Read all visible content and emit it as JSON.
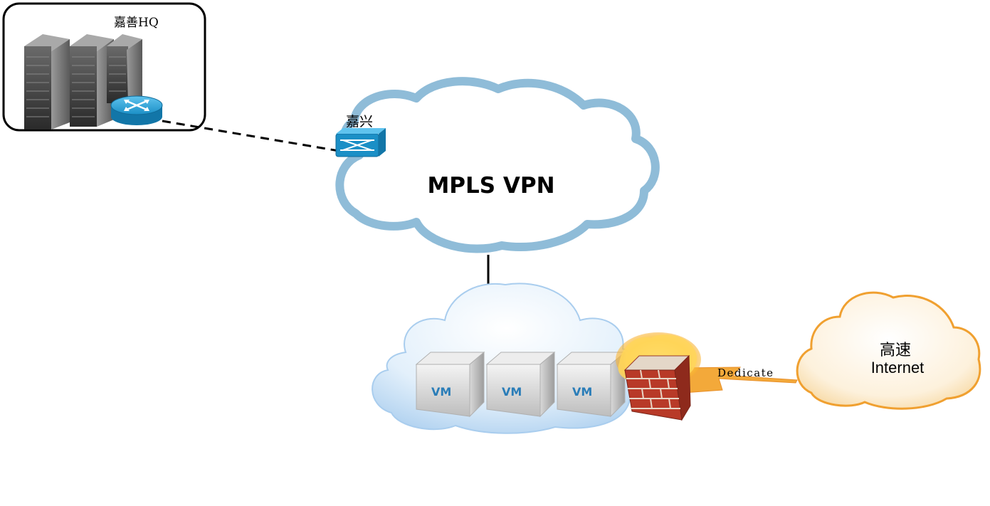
{
  "hq": {
    "label": "嘉善HQ"
  },
  "jiaxing": {
    "label": "嘉兴"
  },
  "mpls": {
    "label": "MPLS VPN"
  },
  "vms": [
    {
      "label": "VM"
    },
    {
      "label": "VM"
    },
    {
      "label": "VM"
    }
  ],
  "dedicate": {
    "label": "Dedicate"
  },
  "internet": {
    "line1": "高速",
    "line2": "Internet"
  },
  "colors": {
    "mpls_cloud_outline": "#8fbcd8",
    "vm_cloud": "#cde4f7",
    "internet_cloud_fill": "#fbe9c8",
    "internet_cloud_stroke": "#f0a030",
    "router_blue": "#1b8fc6",
    "dedicate_link": "#f3a93a"
  }
}
